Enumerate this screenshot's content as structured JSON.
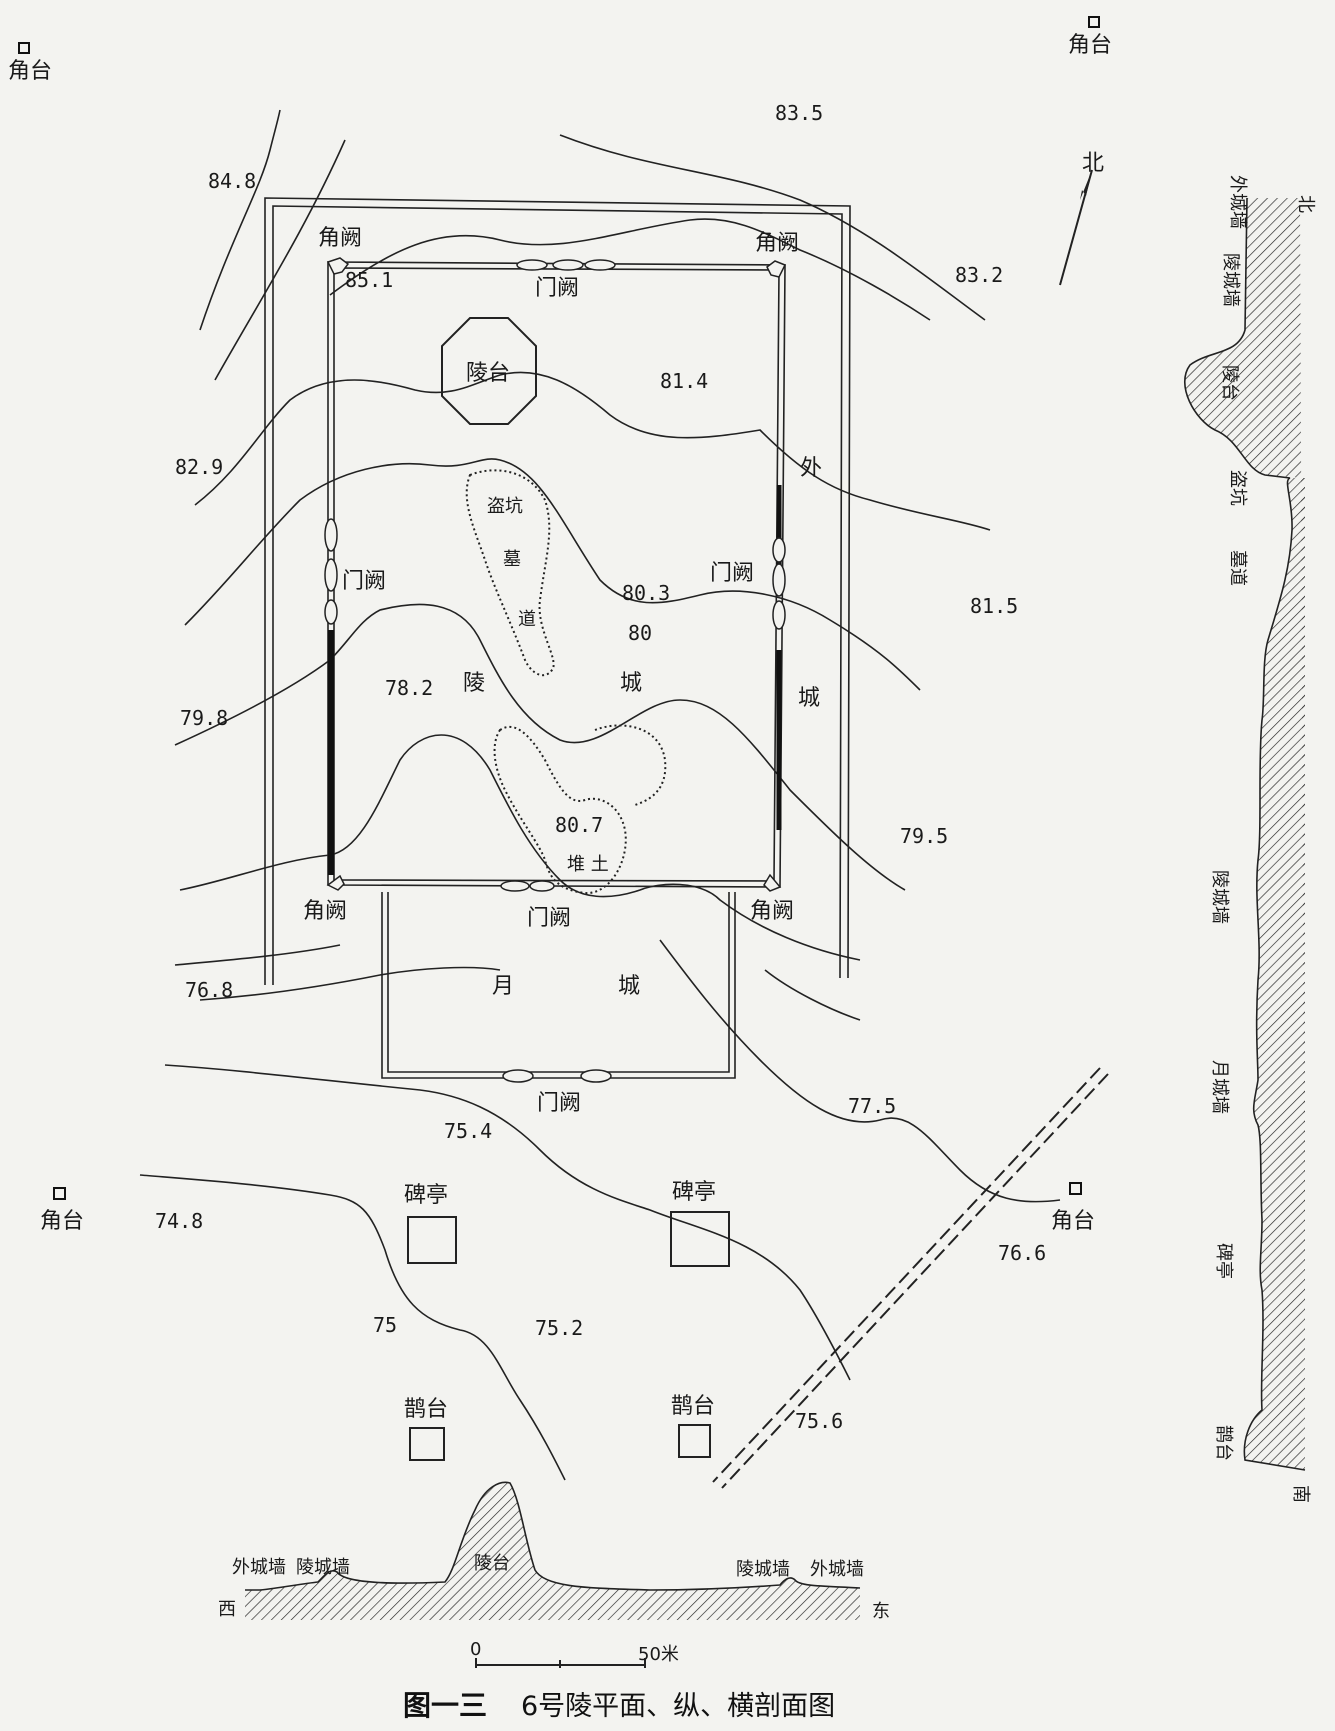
{
  "plan": {
    "corner_platforms": {
      "top_left": "角台",
      "top_right": "角台",
      "mid_left": "角台",
      "mid_right": "角台"
    },
    "corner_gate_towers": {
      "top_left": "角阙",
      "top_right": "角阙",
      "bottom_left": "角阙",
      "bottom_right": "角阙"
    },
    "gate_towers": {
      "north": "门阙",
      "west": "门阙",
      "east": "门阙",
      "south": "门阙",
      "moon_city_south": "门阙"
    },
    "tomb_platform": "陵台",
    "looting_pit": "盗坑",
    "tomb_passage_1": "墓",
    "tomb_passage_2": "道",
    "mausoleum_city_1": "陵",
    "mausoleum_city_2": "城",
    "outer_city_1": "外",
    "outer_city_2": "城",
    "moon_city_1": "月",
    "moon_city_2": "城",
    "mound": "堆 土",
    "stele_pavilion_left": "碑亭",
    "stele_pavilion_right": "碑亭",
    "magpie_platform_left": "鹊台",
    "magpie_platform_right": "鹊台",
    "north_arrow": "北",
    "elevations": {
      "e835": "83.5",
      "e848": "84.8",
      "e832": "83.2",
      "e851": "85.1",
      "e814": "81.4",
      "e829": "82.9",
      "e803": "80.3",
      "e80": "80",
      "e815": "81.5",
      "e782": "78.2",
      "e798": "79.8",
      "e807": "80.7",
      "e795": "79.5",
      "e768": "76.8",
      "e775": "77.5",
      "e754": "75.4",
      "e748": "74.8",
      "e766": "76.6",
      "e75": "75",
      "e752": "75.2",
      "e756": "75.6"
    }
  },
  "longitudinal_section": {
    "north": "北",
    "south": "南",
    "outer_wall": "外城墙",
    "mausoleum_wall_top": "陵城墙",
    "platform": "陵台",
    "looting_pit": "盗坑",
    "passage": "墓道",
    "mausoleum_wall_bottom": "陵城墙",
    "moon_wall": "月城墙",
    "stele": "碑亭",
    "magpie": "鹊台"
  },
  "cross_section": {
    "west": "西",
    "east": "东",
    "outer_wall_left": "外城墙",
    "mausoleum_wall_left": "陵城墙",
    "platform": "陵台",
    "mausoleum_wall_right": "陵城墙",
    "outer_wall_right": "外城墙"
  },
  "scale": {
    "zero": "0",
    "fifty": "50米"
  },
  "caption": {
    "fig_no": "图一三",
    "title": "6号陵平面、纵、横剖面图"
  }
}
